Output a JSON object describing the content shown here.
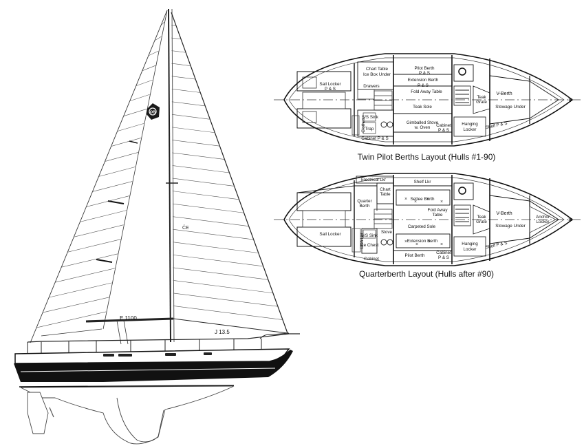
{
  "sail_plan": {
    "sail_number": "E 1100",
    "measure_j": "J 13.5"
  },
  "layout_twin": {
    "caption": "Twin Pilot Berths Layout (Hulls #1-90)",
    "labels": {
      "chart_table": "Chart Table",
      "ice_box_under": "Ice Box Under",
      "pilot_berth": "Pilot Berth",
      "pilot_berth_ps": "P & S",
      "extension_berth": "Extension Berth",
      "extension_berth_ps": "P & S",
      "fold_away_table": "Fold Away Table",
      "sail_locker": "Sail Locker",
      "sail_locker_ps": "P & S",
      "drawers": "Drawers",
      "teak_sole": "Teak Sole",
      "ss_sink": "S/S Sink",
      "trap": "Trap",
      "clothes": "Clothes",
      "gimballed_stove": "Gimballed Stove",
      "w_oven": "w. Oven",
      "cabinet": "Cabinet",
      "cabinet_ps": "P & S",
      "cabinet_bottom": "Cabinet P & S",
      "hanging_locker": "Hanging",
      "hanging_locker_2": "Locker",
      "teak": "Teak",
      "grate": "Grate",
      "v_berth": "V-Berth",
      "stowage_under": "Stowage Under",
      "shelf_ps": "Shelf P & S"
    }
  },
  "layout_quarter": {
    "caption": "Quarterberth Layout (Hulls after #90)",
    "labels": {
      "electrical_lkr": "Electrical Lkr",
      "shelf_lkr": "Shelf Lkr",
      "quarter_berth": "Quarter",
      "quarter_berth_2": "Berth",
      "chart_table": "Chart",
      "chart_table_2": "Table",
      "settee_berth": "Settee Berth",
      "fold_away_table": "Fold Away",
      "fold_away_table_2": "Table",
      "carpeted_sole": "Carpeted Sole",
      "sail_locker": "Sail Locker",
      "stove": "Stove",
      "ss_sink": "S/S Sink",
      "ice_chest": "Ice Chest",
      "dish_lkr": "Dish Lkr",
      "extension_berth": "Extension Berth",
      "cabinet_ps": "Cabinet",
      "cabinet_ps_2": "P & S",
      "pilot_berth": "Pilot Berth",
      "cabinet": "Cabinet",
      "hanging_locker": "Hanging",
      "hanging_locker_2": "Locker",
      "teak": "Teak",
      "grate": "Grate",
      "v_berth": "V-Berth",
      "stowage_under": "Stowage Under",
      "anchor_locker": "Anchor",
      "anchor_locker_2": "Locker",
      "shelf_ps": "Shelf P & S"
    }
  }
}
